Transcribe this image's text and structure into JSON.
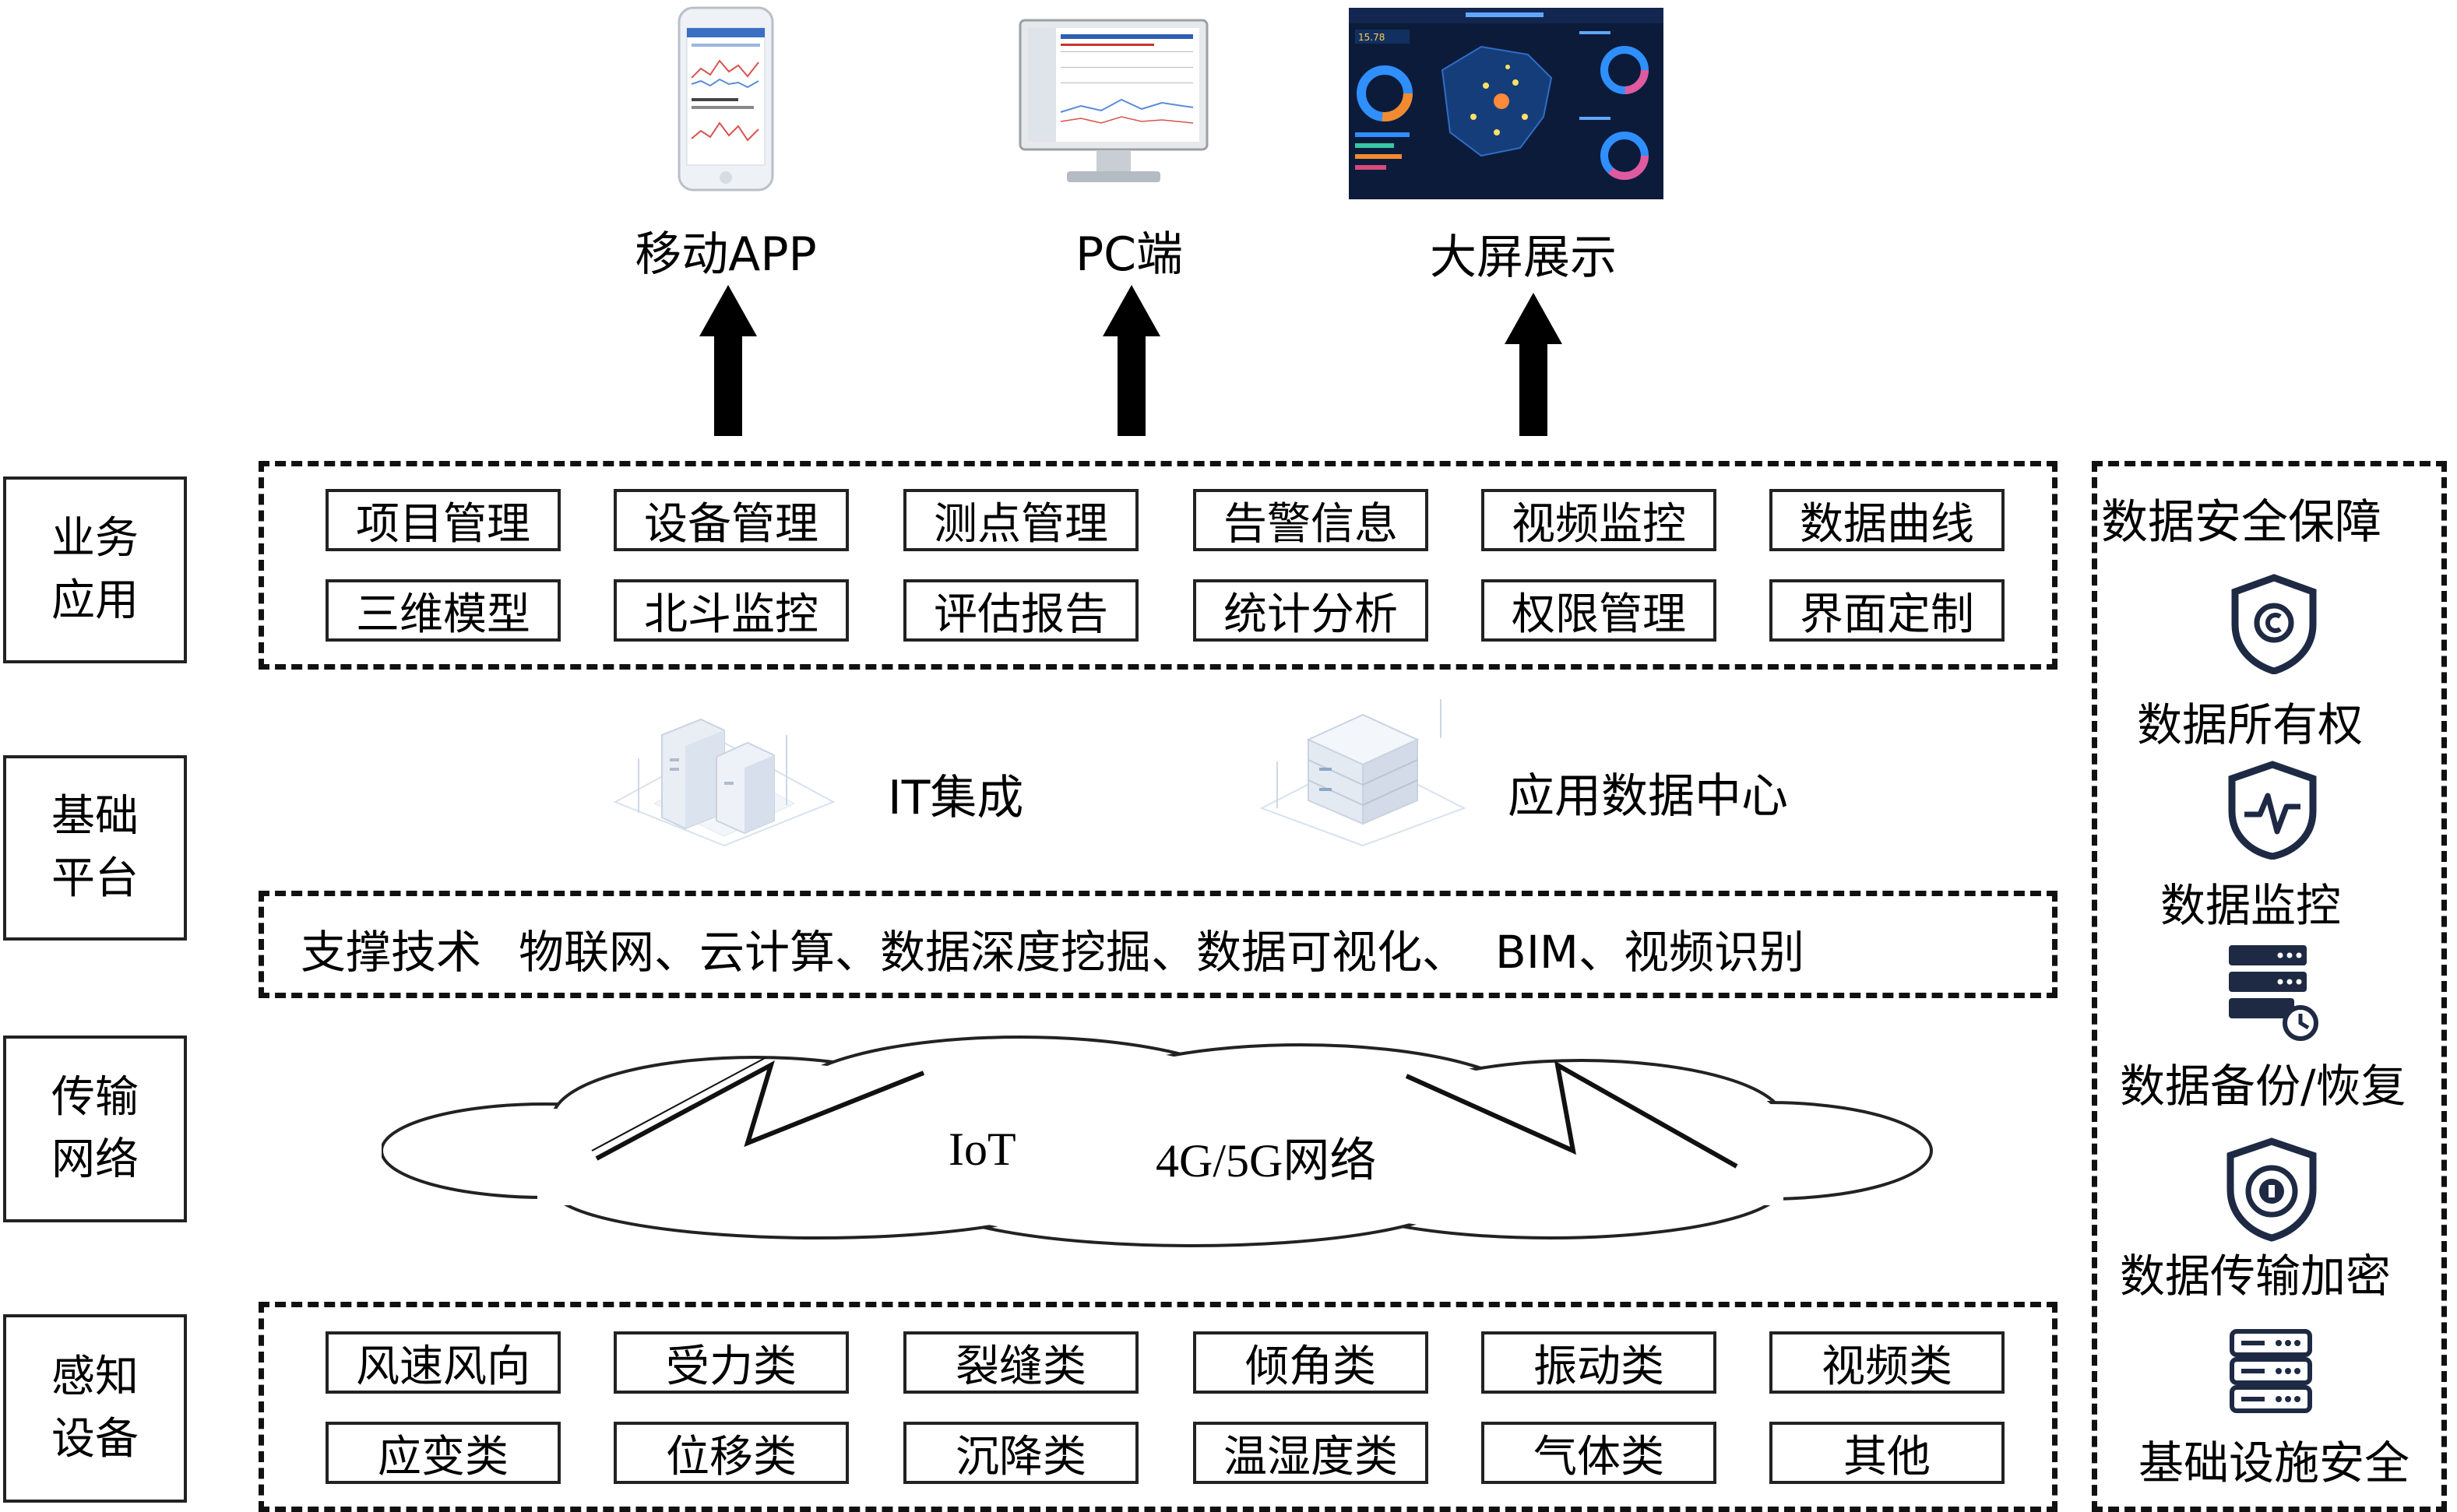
{
  "devices": {
    "mobile": "移动APP",
    "pc": "PC端",
    "bigscreen": "大屏展示"
  },
  "layers": {
    "business": "业务\n应用",
    "platform": "基础\n平台",
    "network": "传输\n网络",
    "sensing": "感知\n设备"
  },
  "business_modules": [
    "项目管理",
    "设备管理",
    "测点管理",
    "告警信息",
    "视频监控",
    "数据曲线",
    "三维模型",
    "北斗监控",
    "评估报告",
    "统计分析",
    "权限管理",
    "界面定制"
  ],
  "platform": {
    "it": "IT集成",
    "datacenter": "应用数据中心",
    "support_label": "支撑技术",
    "support_tech": "物联网、云计算、数据深度挖掘、数据可视化、",
    "support_tech_tail": "BIM、视频识别"
  },
  "network": {
    "iot": "IoT",
    "cellular": "4G/5G网络"
  },
  "sensing_modules": [
    "风速风向",
    "受力类",
    "裂缝类",
    "倾角类",
    "振动类",
    "视频类",
    "应变类",
    "位移类",
    "沉降类",
    "温湿度类",
    "气体类",
    "其他"
  ],
  "security": {
    "title": "数据安全保障",
    "items": [
      "数据所有权",
      "数据监控",
      "数据备份/恢复",
      "数据传输加密",
      "基础设施安全"
    ],
    "icons": [
      "copyright-shield-icon",
      "monitor-shield-icon",
      "server-backup-icon",
      "encryption-lock-icon",
      "server-rack-icon"
    ]
  }
}
